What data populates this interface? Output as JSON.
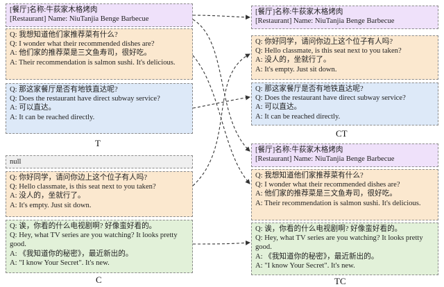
{
  "T": {
    "caption": "T",
    "restaurant": [
      "[餐厅]名称:牛荻家木格烤肉",
      "[Restaurant] Name: NiuTanjia Benge Barbecue"
    ],
    "dishes": [
      "Q: 我想知道他们家推荐菜有什么?",
      "Q: I wonder what their recommended dishes are?",
      "A: 他们家的推荐菜是三文鱼寿司，很好吃。",
      "A: Their recommendation is salmon sushi. It's delicious."
    ],
    "subway": [
      "Q: 那这家餐厅是否有地铁直达呢?",
      "Q: Does the restaurant have direct subway service?",
      "A: 可以直达。",
      "A: It can be reached directly."
    ]
  },
  "CT": {
    "caption": "CT",
    "restaurant": [
      "[餐厅]名称:牛荻家木格烤肉",
      "[Restaurant] Name: NiuTanjia Benge Barbecue"
    ],
    "seat": [
      "Q: 你好同学，请问你边上这个位子有人吗?",
      "Q: Hello classmate, is this seat next to you taken?",
      "A: 没人的，坐就行了。",
      "A: It's empty. Just sit down."
    ],
    "subway": [
      "Q: 那这家餐厅是否有地铁直达呢?",
      "Q: Does the restaurant have direct subway service?",
      "A: 可以直达。",
      "A: It can be reached directly."
    ]
  },
  "C": {
    "caption": "C",
    "null_text": "null",
    "seat": [
      "Q: 你好同学，请问你边上这个位子有人吗?",
      "Q: Hello classmate, is this seat next to you taken?",
      "A: 没人的，坐就行了。",
      "A: It's empty. Just sit down."
    ],
    "tv": [
      "Q: 诶，你看的什么电视剧啊? 好像蛮好看的。",
      "Q: Hey, what TV series are you watching? It looks pretty good.",
      "A: 《我知道你的秘密》，最近新出的。",
      "A: \"I know Your Secret\". It's new."
    ]
  },
  "TC": {
    "caption": "TC",
    "restaurant": [
      "[餐厅]名称:牛荻家木格烤肉",
      "[Restaurant] Name: NiuTanjia Benge Barbecue"
    ],
    "dishes": [
      "Q: 我想知道他们家推荐菜有什么?",
      "Q: I wonder what their recommended dishes are?",
      "A: 他们家的推荐菜是三文鱼寿司，很好吃。",
      "A: Their recommendation is salmon sushi. It's delicious."
    ],
    "tv": [
      "Q: 诶，你看的什么电视剧啊? 好像蛮好看的。",
      "Q: Hey, what TV series are you watching? It looks pretty good.",
      "A: 《我知道你的秘密》，最近新出的。",
      "A: \"I know Your Secret\". It's new."
    ]
  }
}
